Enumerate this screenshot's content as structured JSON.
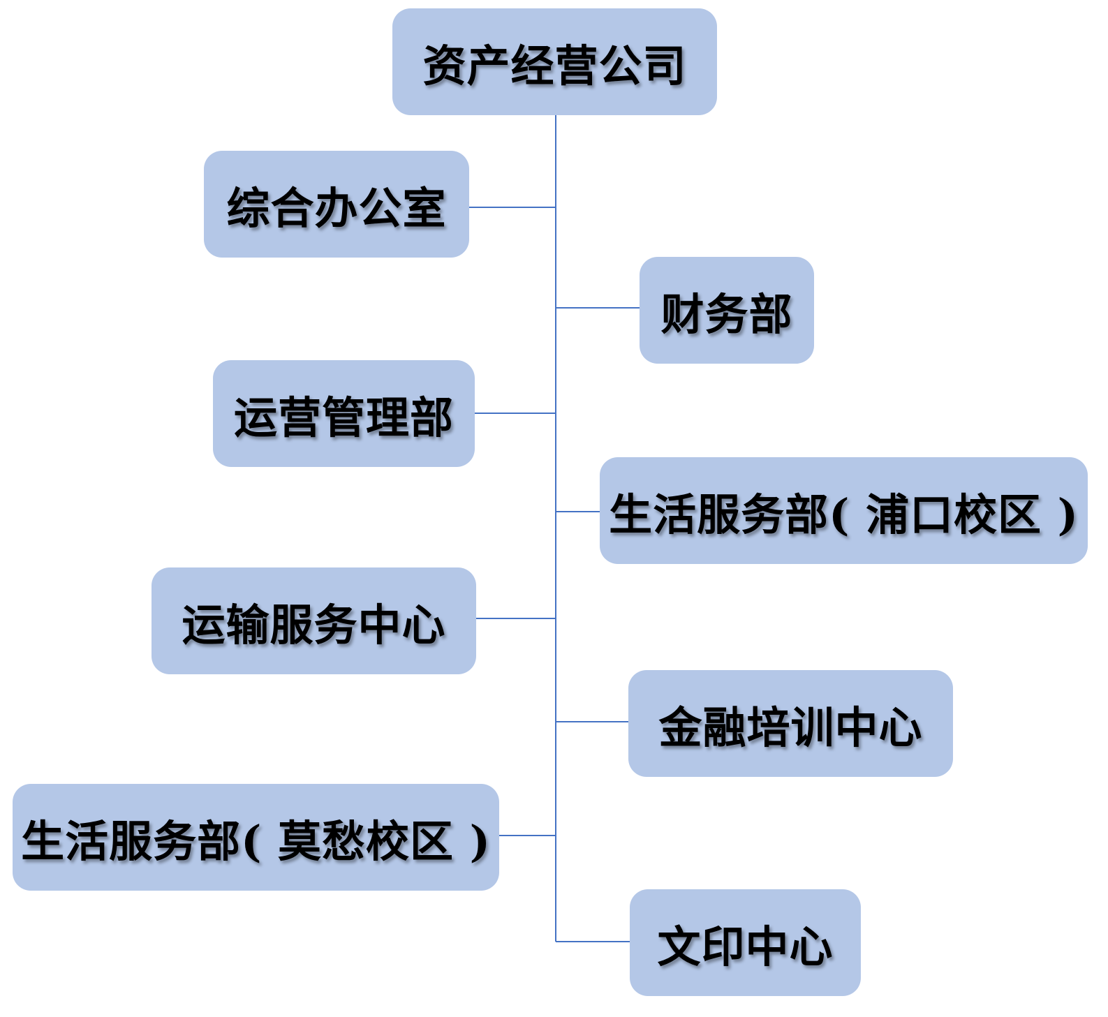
{
  "colors": {
    "box_fill": "#b4c7e7",
    "connector": "#4472c4",
    "text": "#000000"
  },
  "root": {
    "label": "资产经营公司"
  },
  "departments": [
    {
      "label": "综合办公室"
    },
    {
      "label": "财务部"
    },
    {
      "label": "运营管理部"
    },
    {
      "label": "生活服务部( 浦口校区 )"
    },
    {
      "label": "运输服务中心"
    },
    {
      "label": "金融培训中心"
    },
    {
      "label": "生活服务部( 莫愁校区 )"
    },
    {
      "label": "文印中心"
    }
  ]
}
